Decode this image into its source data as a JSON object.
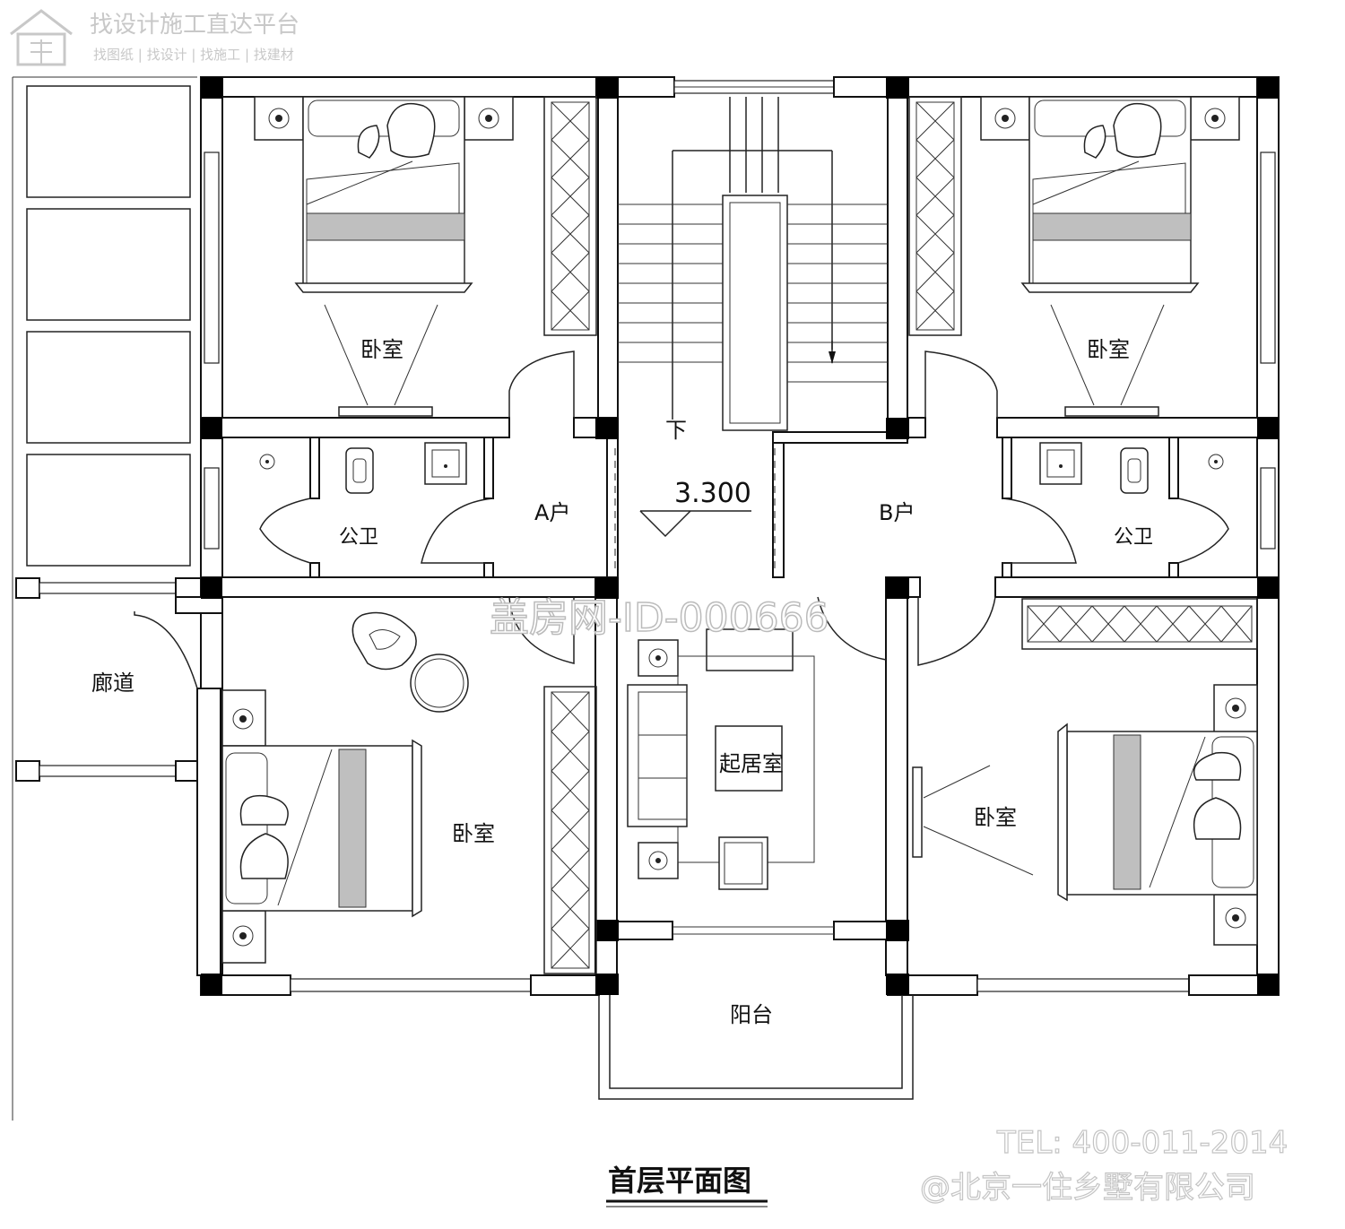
{
  "watermark": {
    "brand": "找设计施工直达平台",
    "tagline": "找图纸 | 找设计 | 找施工 | 找建材",
    "id": "盖房网-ID-000666",
    "tel": "TEL: 400-011-2014",
    "company": "@北京一住乡墅有限公司"
  },
  "rooms": {
    "bedroom_top_left": "卧室",
    "bedroom_top_right": "卧室",
    "bedroom_bottom_left": "卧室",
    "bedroom_bottom_right": "卧室",
    "bathroom_left": "公卫",
    "bathroom_right": "公卫",
    "unit_a": "A户",
    "unit_b": "B户",
    "corridor": "廊道",
    "living_room": "起居室",
    "balcony": "阳台",
    "stair_down": "下"
  },
  "level": "3.300",
  "plan_title": "首层平面图"
}
